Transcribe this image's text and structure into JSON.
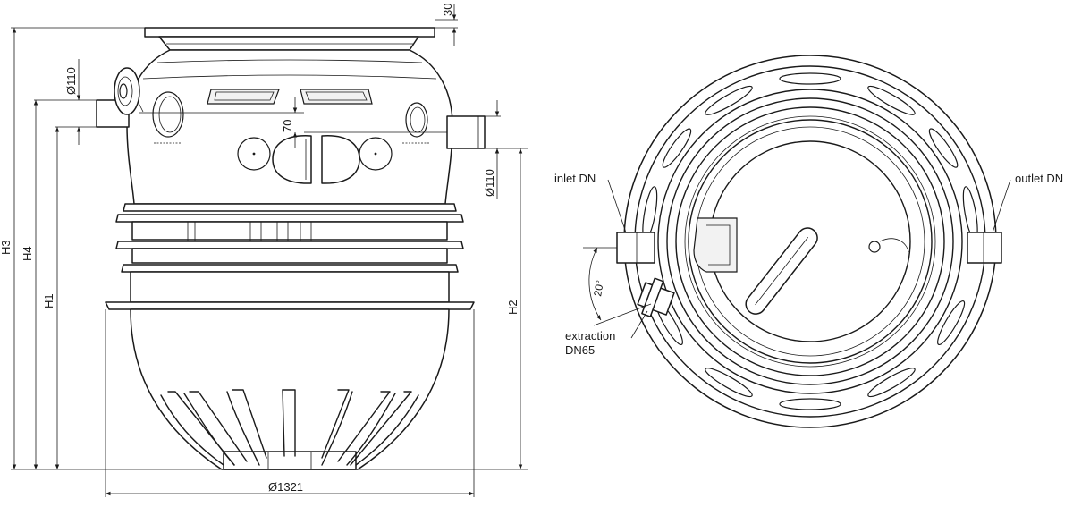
{
  "side_view": {
    "dim_cover_height": "30",
    "dim_inlet_diameter": "Ø110",
    "dim_offset": "70",
    "dim_outlet_diameter": "Ø110",
    "dim_base_diameter": "Ø1321",
    "dim_h3": "H3",
    "dim_h4": "H4",
    "dim_h1": "H1",
    "dim_h2": "H2"
  },
  "top_view": {
    "inlet_label": "inlet DN",
    "outlet_label": "outlet DN",
    "angle_label": "20°",
    "extraction_label_line1": "extraction",
    "extraction_label_line2": "DN65"
  }
}
